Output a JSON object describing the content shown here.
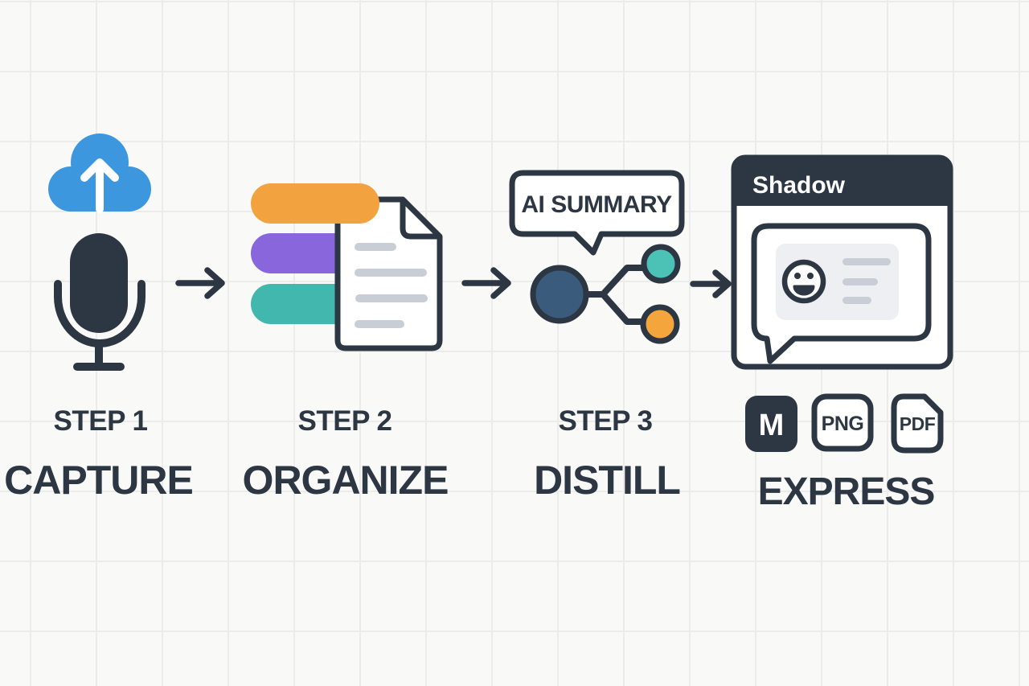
{
  "colors": {
    "ink": "#2d3743",
    "blue": "#3d97de",
    "orange": "#f2a340",
    "purple": "#8a66dd",
    "teal": "#41b7ae",
    "navy": "#3b5b7d",
    "teal-node": "#4cc2b6",
    "orange-node": "#f4a63d",
    "gray-line": "#c9ced6",
    "panel": "#edeff3",
    "bg": "#f9f9f7",
    "grid": "#ececea",
    "white": "#ffffff"
  },
  "steps": [
    {
      "id": "capture",
      "step_label": "STEP 1",
      "title": "CAPTURE",
      "icons": [
        "cloud-upload-icon",
        "microphone-icon"
      ]
    },
    {
      "id": "organize",
      "step_label": "STEP 2",
      "title": "ORGANIZE",
      "icons": [
        "list-bars-icon",
        "document-icon"
      ]
    },
    {
      "id": "distill",
      "step_label": "STEP 3",
      "title": "DISTILL",
      "callout": "AI SUMMARY",
      "icons": [
        "speech-bubble-icon",
        "mindmap-nodes-icon"
      ]
    },
    {
      "id": "express",
      "title": "EXPRESS",
      "window_title": "Shadow",
      "badges": [
        {
          "label": "M",
          "style": "filled"
        },
        {
          "label": "PNG",
          "style": "outline"
        },
        {
          "label": "PDF",
          "style": "file"
        }
      ],
      "icons": [
        "app-window-icon",
        "chat-preview-icon",
        "smiley-icon",
        "markdown-badge-icon",
        "png-badge-icon",
        "pdf-badge-icon"
      ]
    }
  ]
}
